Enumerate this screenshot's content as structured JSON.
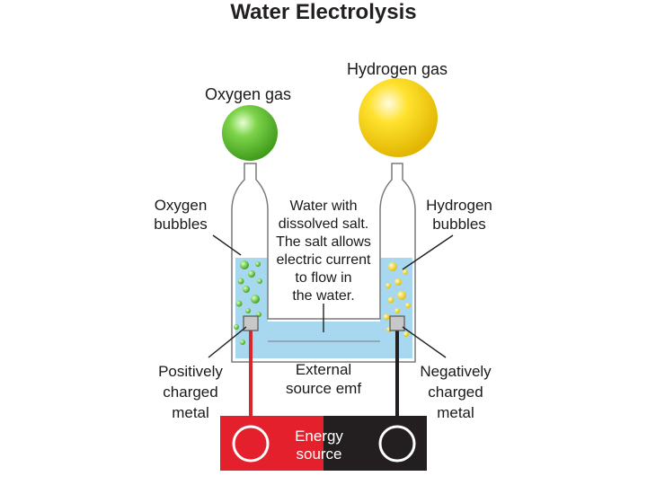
{
  "title": "Water Electrolysis",
  "labels": {
    "oxygen_gas": "Oxygen gas",
    "hydrogen_gas": "Hydrogen gas",
    "oxygen_bubbles": [
      "Oxygen",
      "bubbles"
    ],
    "hydrogen_bubbles": [
      "Hydrogen",
      "bubbles"
    ],
    "water_note": [
      "Water with",
      "dissolved salt.",
      "The salt allows",
      "electric current",
      "to flow in",
      "the water."
    ],
    "positive_metal": [
      "Positively",
      "charged",
      "metal"
    ],
    "negative_metal": [
      "Negatively",
      "charged",
      "metal"
    ],
    "external_source": [
      "External",
      "source emf"
    ],
    "energy_source": [
      "Energy",
      "source"
    ]
  },
  "colors": {
    "water": "#a8d8f0",
    "oxygen": "#5cc12e",
    "hydrogen": "#f6d200",
    "positive_wire": "#d7262c",
    "negative_wire": "#231f20",
    "source_left": "#e3202b",
    "source_right": "#231f20",
    "electrode": "#c8c8c8"
  }
}
